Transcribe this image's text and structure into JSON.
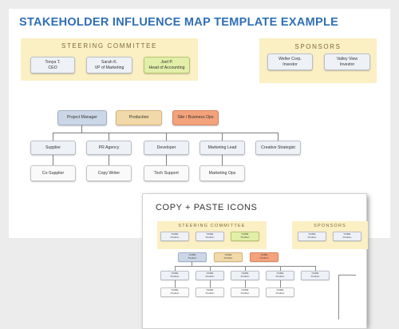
{
  "title": "STAKEHOLDER INFLUENCE MAP TEMPLATE EXAMPLE",
  "steering": {
    "title": "STEERING COMMITTEE",
    "members": [
      {
        "name": "Tonya T.",
        "role": "CEO"
      },
      {
        "name": "Sarah K.",
        "role": "VP of Marketing"
      },
      {
        "name": "Joel P.",
        "role": "Head of Accounting"
      }
    ]
  },
  "sponsors": {
    "title": "SPONSORS",
    "members": [
      {
        "name": "Weller Corp.",
        "role": "Investor"
      },
      {
        "name": "Valley View",
        "role": "Investor"
      }
    ]
  },
  "top_row": [
    "Project Manager",
    "Production",
    "Site / Business Ops"
  ],
  "mid_row": [
    "Supplier",
    "PR Agency",
    "Developer",
    "Marketing Lead",
    "Creative Strategist"
  ],
  "bottom_row": [
    "Co-Supplier",
    "Copy Writer",
    "Tech Support",
    "Marketing Ops"
  ],
  "inset": {
    "title": "COPY + PASTE   ICONS",
    "steering_title": "STEERING COMMITTEE",
    "sponsors_title": "SPONSORS",
    "placeholder_name": "NAME",
    "placeholder_role": "Position"
  },
  "colors": {
    "title": "#2f6fb5",
    "group_fill": "#fbefc4",
    "green_card": "#e2efa9",
    "tan_card": "#f1d9a9",
    "orange_card": "#f3a27b",
    "blue_card": "#cbd7e6"
  }
}
